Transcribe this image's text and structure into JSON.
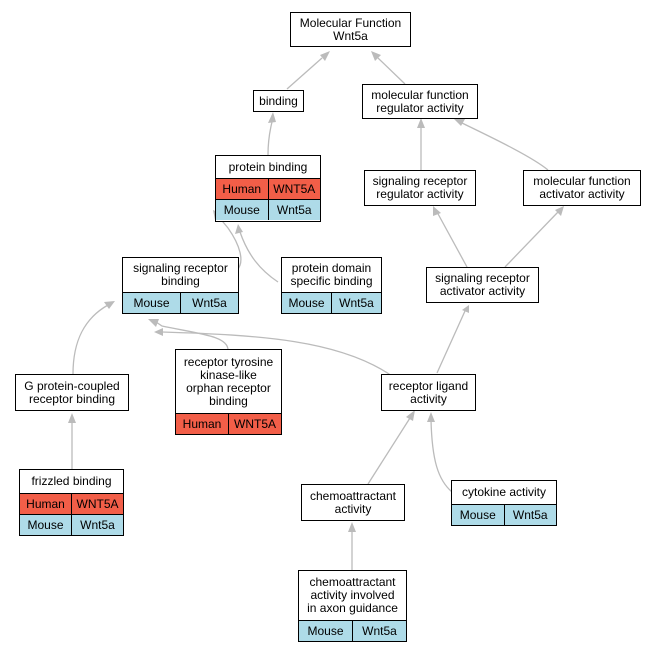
{
  "colors": {
    "human": "#f25e48",
    "mouse": "#aedbe8",
    "edge": "#bbbbbb"
  },
  "nodes": {
    "mf_root": {
      "title": "Molecular Function\nWnt5a"
    },
    "binding": {
      "title": "binding"
    },
    "mf_regulator": {
      "title": "molecular function\nregulator activity"
    },
    "protein_binding": {
      "title": "protein binding",
      "human": {
        "species": "Human",
        "gene": "WNT5A"
      },
      "mouse": {
        "species": "Mouse",
        "gene": "Wnt5a"
      }
    },
    "sr_regulator": {
      "title": "signaling receptor\nregulator activity"
    },
    "mf_activator": {
      "title": "molecular function\nactivator activity"
    },
    "sr_binding": {
      "title": "signaling receptor\nbinding",
      "mouse": {
        "species": "Mouse",
        "gene": "Wnt5a"
      }
    },
    "pd_binding": {
      "title": "protein domain\nspecific binding",
      "mouse": {
        "species": "Mouse",
        "gene": "Wnt5a"
      }
    },
    "sr_activator": {
      "title": "signaling receptor\nactivator activity"
    },
    "gpcr_binding": {
      "title": "G protein-coupled\nreceptor binding"
    },
    "rtk_binding": {
      "title": "receptor tyrosine\nkinase-like\norphan receptor\nbinding",
      "human": {
        "species": "Human",
        "gene": "WNT5A"
      }
    },
    "rl_activity": {
      "title": "receptor ligand\nactivity"
    },
    "frizzled": {
      "title": "frizzled binding",
      "human": {
        "species": "Human",
        "gene": "WNT5A"
      },
      "mouse": {
        "species": "Mouse",
        "gene": "Wnt5a"
      }
    },
    "chemo": {
      "title": "chemoattractant\nactivity"
    },
    "cytokine": {
      "title": "cytokine activity",
      "mouse": {
        "species": "Mouse",
        "gene": "Wnt5a"
      }
    },
    "chemo_axon": {
      "title": "chemoattractant\nactivity involved\nin axon guidance",
      "mouse": {
        "species": "Mouse",
        "gene": "Wnt5a"
      }
    }
  }
}
